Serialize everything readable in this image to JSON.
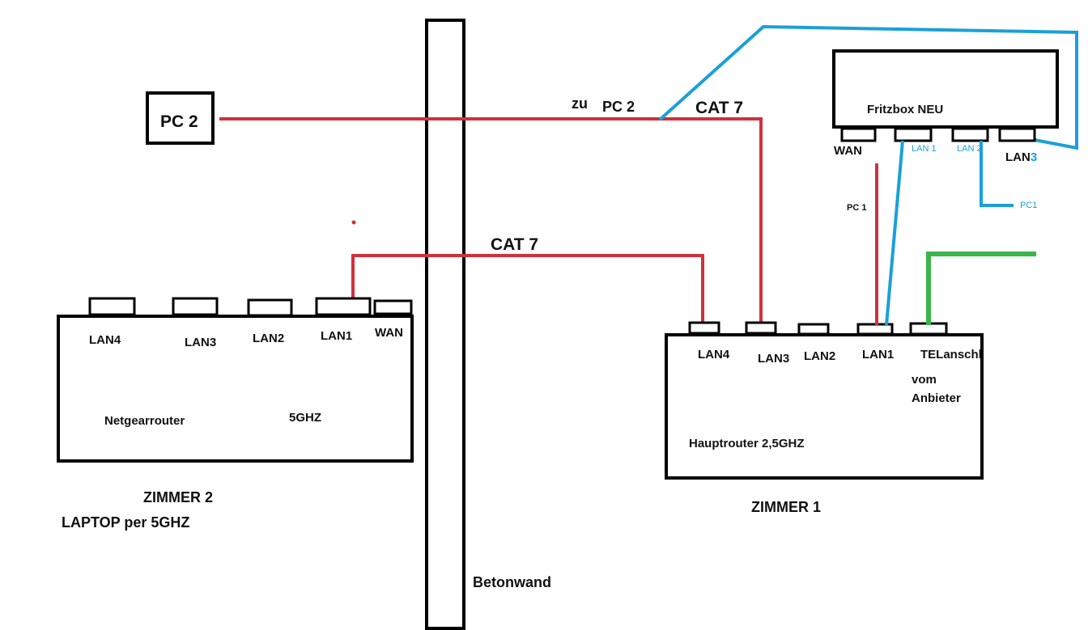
{
  "colors": {
    "red_cable": "#d0313d",
    "blue_cable": "#1aa0d8",
    "green_cable": "#3bb54a",
    "outline": "#000000"
  },
  "pc2": {
    "label": "PC 2"
  },
  "wall": {
    "label": "Betonwand"
  },
  "top_cable": {
    "zu": "zu",
    "pc2": "PC 2",
    "cat": "CAT 7"
  },
  "mid_cable": {
    "cat": "CAT 7"
  },
  "netgear": {
    "ports": [
      "LAN4",
      "LAN3",
      "LAN2",
      "LAN1",
      "WAN"
    ],
    "name": "Netgearrouter",
    "band": "5GHZ"
  },
  "room2": {
    "title": "ZIMMER 2",
    "subtitle": "LAPTOP per 5GHZ"
  },
  "hauptrouter": {
    "ports": [
      "LAN4",
      "LAN3",
      "LAN2",
      "LAN1",
      "TELanschl"
    ],
    "provider_line1": "vom",
    "provider_line2": "Anbieter",
    "name": "Hauptrouter  2,5GHZ"
  },
  "room1": {
    "title": "ZIMMER 1"
  },
  "fritzbox": {
    "name": "Fritzbox NEU",
    "wan": "WAN",
    "lan1": "LAN 1",
    "lan2": "LAN 2",
    "lan3_prefix": "LAN",
    "lan3_digit": "3"
  },
  "pc1_red": "PC 1",
  "pc1_blue": "PC1"
}
